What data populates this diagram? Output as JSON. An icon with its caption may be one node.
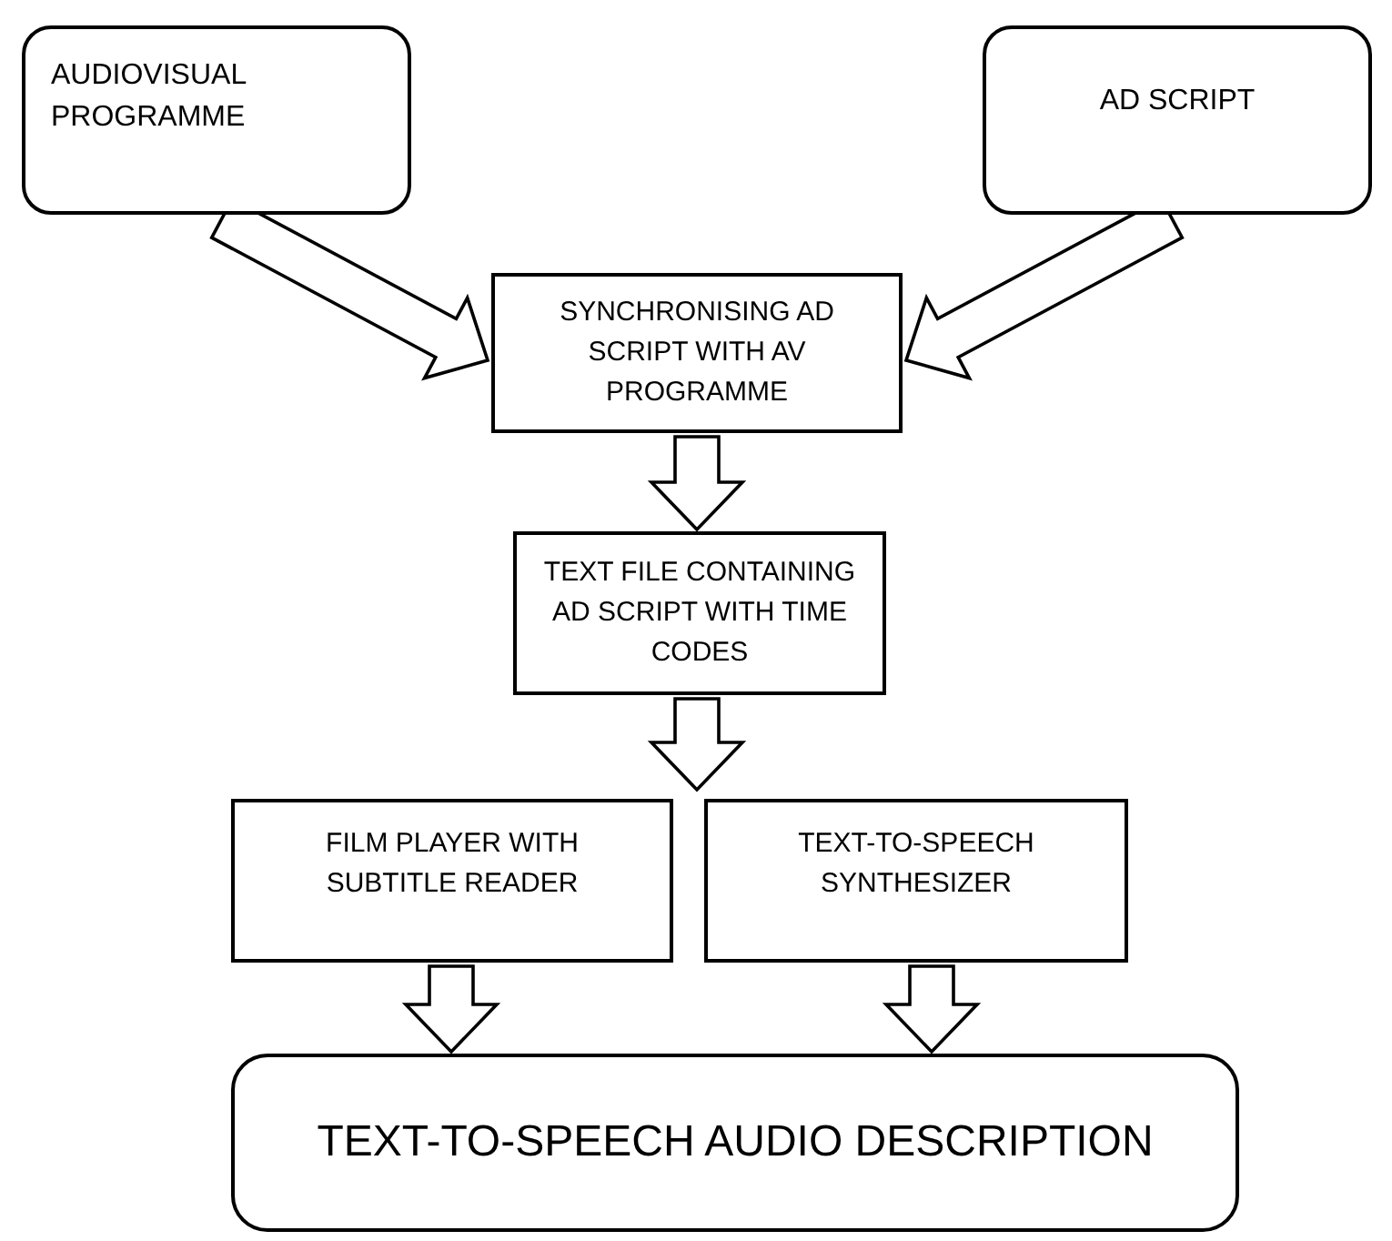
{
  "diagram": {
    "nodes": [
      {
        "text": [
          "AUDIOVISUAL PROGRAMME"
        ]
      },
      {
        "text": [
          "AD SCRIPT"
        ]
      },
      {
        "text": [
          "SYNCHRONISING AD SCRIPT WITH AV PROGRAMME"
        ]
      },
      {
        "text": [
          "TEXT FILE CONTAINING AD SCRIPT WITH TIME CODES"
        ]
      },
      {
        "text": [
          "FILM PLAYER WITH SUBTITLE READER"
        ]
      },
      {
        "text": [
          "TEXT-TO-SPEECH SYNTHESIZER"
        ]
      },
      {
        "text": [
          "TEXT-TO-SPEECH AUDIO DESCRIPTION"
        ]
      }
    ],
    "edges": [
      {
        "from": 0,
        "to": 2,
        "arrow": "to"
      },
      {
        "from": 1,
        "to": 2,
        "arrow": "to"
      },
      {
        "from": 2,
        "to": 3,
        "arrow": "to"
      },
      {
        "from": 3,
        "to": 4,
        "arrow": "to"
      },
      {
        "from": 3,
        "to": 5,
        "arrow": "to"
      },
      {
        "from": 4,
        "to": 6,
        "arrow": "to"
      },
      {
        "from": 5,
        "to": 6,
        "arrow": "to"
      }
    ]
  }
}
